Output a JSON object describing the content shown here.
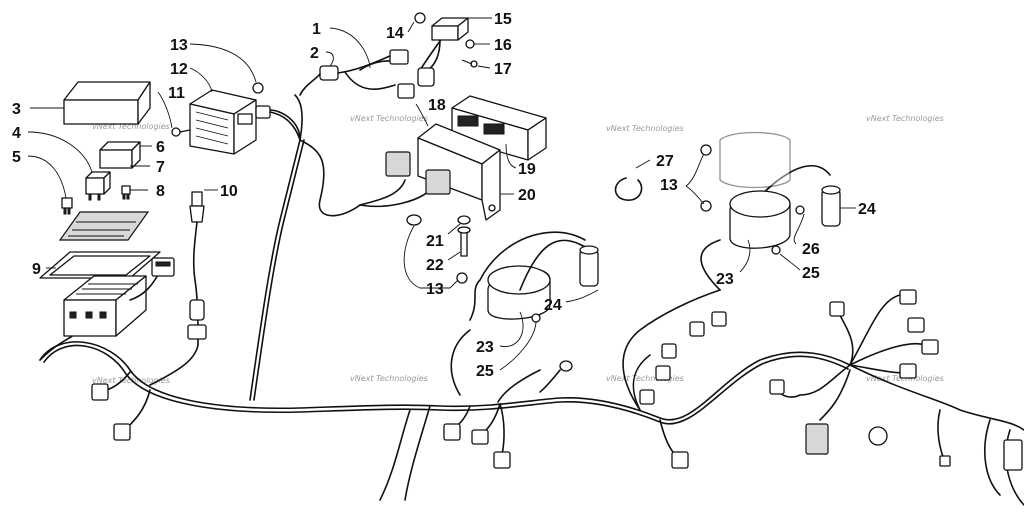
{
  "diagram": {
    "watermark": "vNext Technologies",
    "callouts": [
      {
        "id": "c1",
        "text": "1"
      },
      {
        "id": "c2",
        "text": "2"
      },
      {
        "id": "c3",
        "text": "3"
      },
      {
        "id": "c4",
        "text": "4"
      },
      {
        "id": "c5",
        "text": "5"
      },
      {
        "id": "c6",
        "text": "6"
      },
      {
        "id": "c7",
        "text": "7"
      },
      {
        "id": "c8",
        "text": "8"
      },
      {
        "id": "c9",
        "text": "9"
      },
      {
        "id": "c10",
        "text": "10"
      },
      {
        "id": "c11",
        "text": "11"
      },
      {
        "id": "c12",
        "text": "12"
      },
      {
        "id": "c13a",
        "text": "13"
      },
      {
        "id": "c13b",
        "text": "13"
      },
      {
        "id": "c13c",
        "text": "13"
      },
      {
        "id": "c14",
        "text": "14"
      },
      {
        "id": "c15",
        "text": "15"
      },
      {
        "id": "c16",
        "text": "16"
      },
      {
        "id": "c17",
        "text": "17"
      },
      {
        "id": "c18",
        "text": "18"
      },
      {
        "id": "c19",
        "text": "19"
      },
      {
        "id": "c20",
        "text": "20"
      },
      {
        "id": "c21",
        "text": "21"
      },
      {
        "id": "c22",
        "text": "22"
      },
      {
        "id": "c23a",
        "text": "23"
      },
      {
        "id": "c23b",
        "text": "23"
      },
      {
        "id": "c24a",
        "text": "24"
      },
      {
        "id": "c24b",
        "text": "24"
      },
      {
        "id": "c25a",
        "text": "25"
      },
      {
        "id": "c25b",
        "text": "25"
      },
      {
        "id": "c26",
        "text": "26"
      },
      {
        "id": "c27",
        "text": "27"
      }
    ]
  }
}
